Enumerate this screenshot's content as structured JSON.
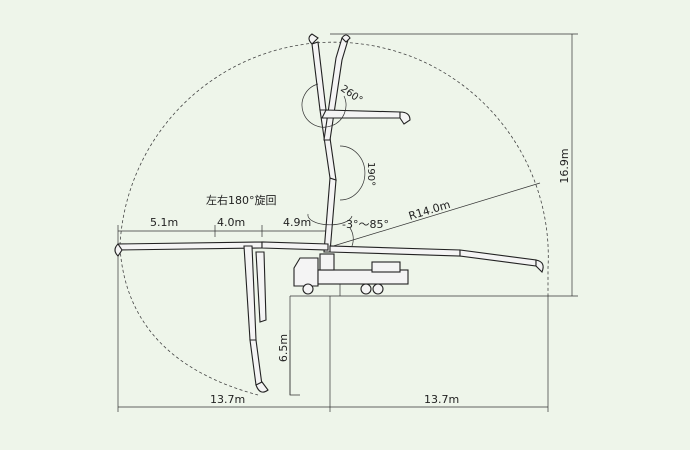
{
  "labels": {
    "swing": "左右180°旋回",
    "angle260": "260°",
    "angle190": "190°",
    "elevation": "-3°～85°",
    "radius": "R14.0m",
    "height": "16.9m",
    "seg1": "5.1m",
    "seg2": "4.0m",
    "seg3": "4.9m",
    "depth": "6.5m",
    "reachLeft": "13.7m",
    "reachRight": "13.7m"
  },
  "colors": {
    "background": "#eef5ea",
    "line": "#333333"
  }
}
